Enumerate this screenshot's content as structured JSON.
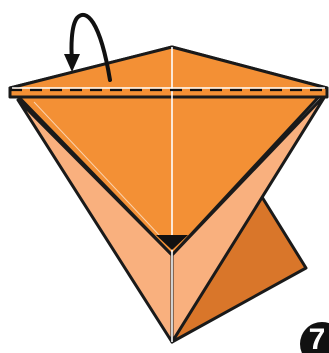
{
  "diagram": {
    "step_number": "7",
    "colors": {
      "paper_front": "#f39035",
      "paper_light": "#f9b07e",
      "paper_shadow": "#d9762a",
      "outline": "#1a1a1a",
      "crease": "#ffffff",
      "marker": "#111111",
      "step_badge": "#111111"
    },
    "symbols": {
      "fold_arrow": "fold-behind-arrow",
      "fold_line": "valley-fold-dashed-line",
      "point_marker": "reference-point-triangle"
    }
  }
}
